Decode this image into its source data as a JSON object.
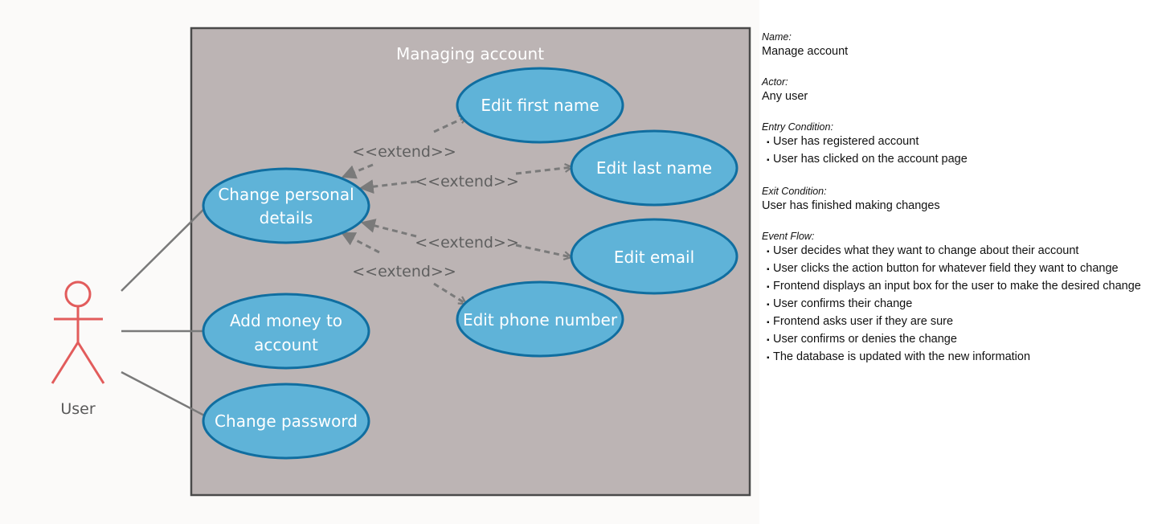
{
  "diagram": {
    "system_title": "Managing account",
    "actor": {
      "label": "User"
    },
    "use_cases": {
      "change_personal_details": [
        "Change personal",
        "details"
      ],
      "add_money": [
        "Add money to",
        "account"
      ],
      "change_password": [
        "Change password"
      ],
      "edit_first_name": [
        "Edit first name"
      ],
      "edit_last_name": [
        "Edit last name"
      ],
      "edit_email": [
        "Edit email"
      ],
      "edit_phone_number": [
        "Edit phone number"
      ]
    },
    "extend_label": "<<extend>>",
    "colors": {
      "system_fill": "#bcb4b4",
      "system_border": "#4a4a4a",
      "use_case_fill": "#5fb3d8",
      "use_case_border": "#106ea0",
      "actor": "#e25c5c",
      "association_line": "#7a7a7a",
      "extend_line": "#7a7a7a"
    }
  },
  "spec": {
    "name": {
      "heading": "Name:",
      "value": "Manage account"
    },
    "actor": {
      "heading": "Actor:",
      "value": "Any user"
    },
    "entry_condition": {
      "heading": "Entry Condition:",
      "items": [
        "User has registered account",
        "User has clicked on the account page"
      ]
    },
    "exit_condition": {
      "heading": "Exit Condition:",
      "value": "User has finished making changes"
    },
    "event_flow": {
      "heading": "Event Flow:",
      "items": [
        "User decides what they want to change about their account",
        "User clicks the action button for whatever field they want to change",
        "Frontend displays an input box for the user to make the desired change",
        "User confirms their change",
        "Frontend asks user if they are sure",
        "User confirms or denies the change",
        "The database is updated with the new information"
      ]
    }
  }
}
